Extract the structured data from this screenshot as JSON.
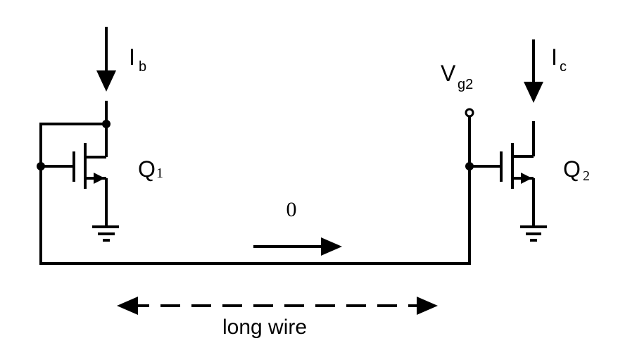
{
  "labels": {
    "ib_main": "I",
    "ib_sub": "b",
    "ic_main": "I",
    "ic_sub": "c",
    "vg2_main": "V",
    "vg2_sub": "g2",
    "q1_main": "Q",
    "q1_sub": "1",
    "q2_main": "Q",
    "q2_sub": "2",
    "current_value": "0",
    "wire_caption": "long wire"
  }
}
